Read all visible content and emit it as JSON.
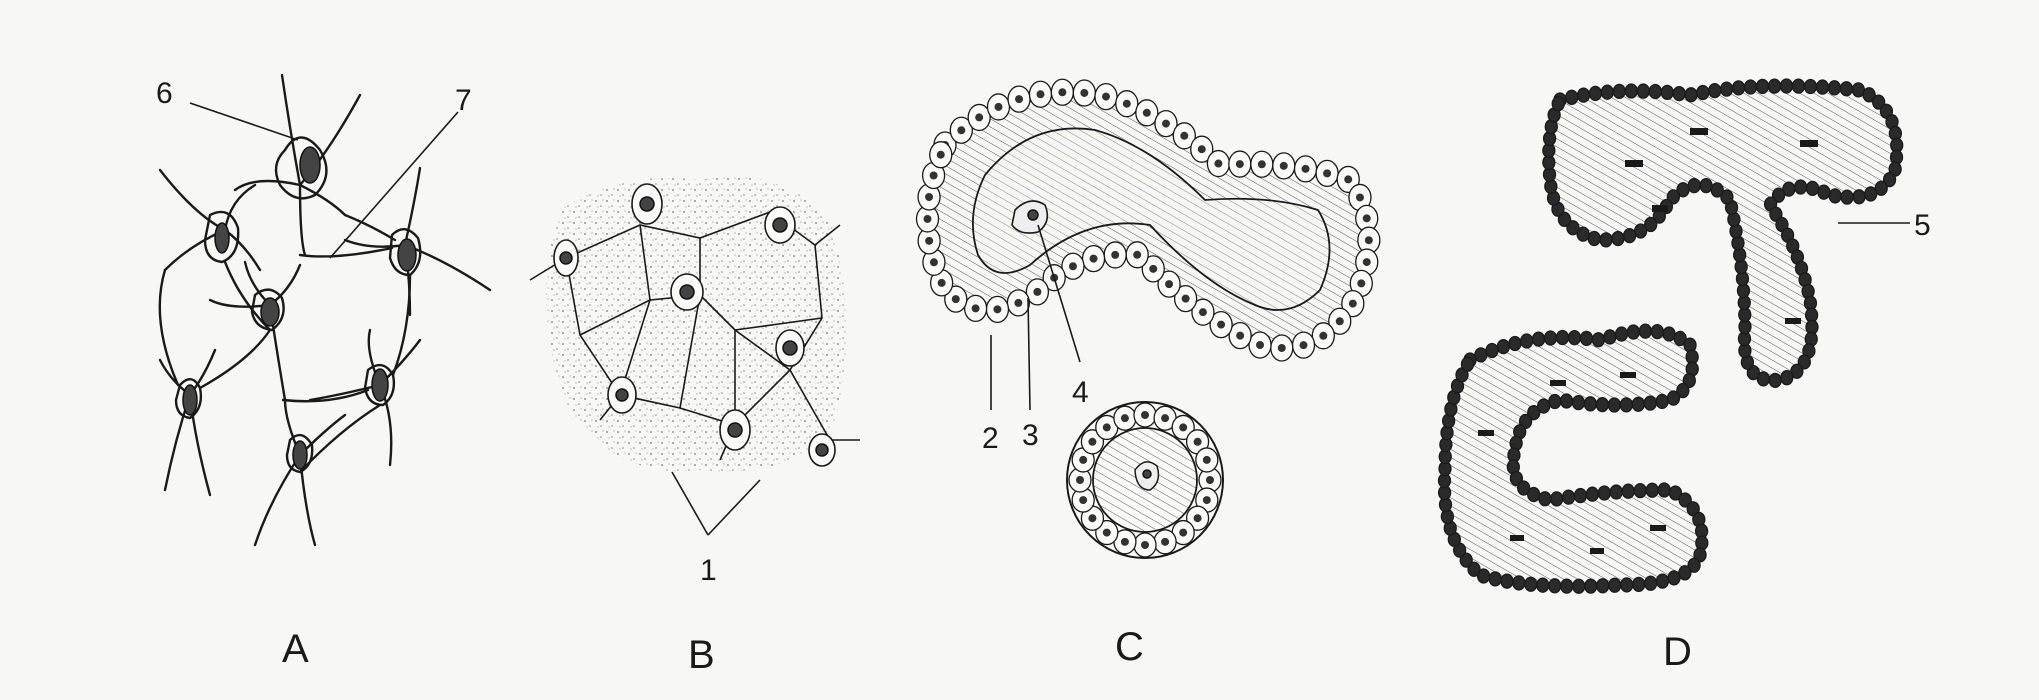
{
  "panels": [
    {
      "id": "A",
      "letter": "A"
    },
    {
      "id": "B",
      "letter": "B"
    },
    {
      "id": "C",
      "letter": "C"
    },
    {
      "id": "D",
      "letter": "D"
    }
  ],
  "callouts": {
    "n1": "1",
    "n2": "2",
    "n3": "3",
    "n4": "4",
    "n5": "5",
    "n6": "6",
    "n7": "7"
  },
  "colors": {
    "background": "#f7f7f5",
    "ink": "#1a1a1a",
    "shading": "#d8d8d5"
  }
}
